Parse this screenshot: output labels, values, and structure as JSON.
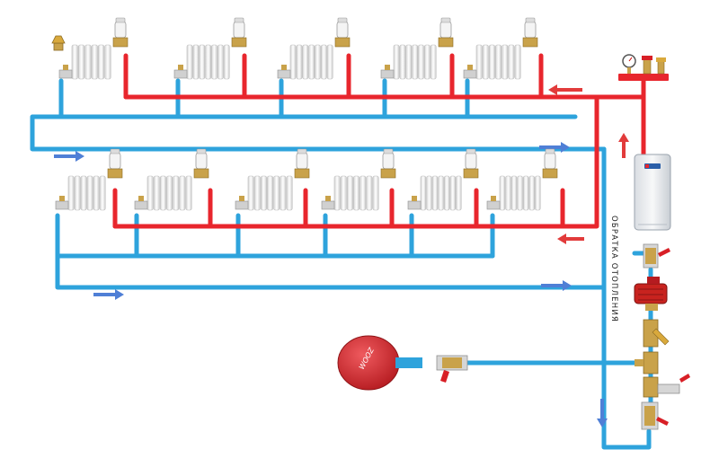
{
  "labels": {
    "return_line": "ОБРАТКА ОТОПЛЕНИЯ",
    "expansion_tank_brand": "WOOZ"
  },
  "colors": {
    "supply": "#e8262d",
    "return": "#2ea3dc",
    "arrow_supply": "#e23b3b",
    "arrow_return": "#4f7fd6",
    "radiator_fin": "#f2f2f2",
    "radiator_edge": "#b9b9b9",
    "valve_brass": "#c9a24a",
    "valve_handle": "#d81f26",
    "boiler_body": "#eef1f4",
    "pump_body": "#c8231f",
    "tank_body": "#d8282d"
  },
  "diagram": {
    "upper_floor_radiators": 5,
    "lower_floor_radiators": 6,
    "components": [
      "radiator",
      "thermostatic-valve",
      "electric-boiler",
      "circulation-pump",
      "mesh-filter",
      "expansion-tank",
      "safety-group",
      "ball-valve",
      "check-valve"
    ]
  }
}
